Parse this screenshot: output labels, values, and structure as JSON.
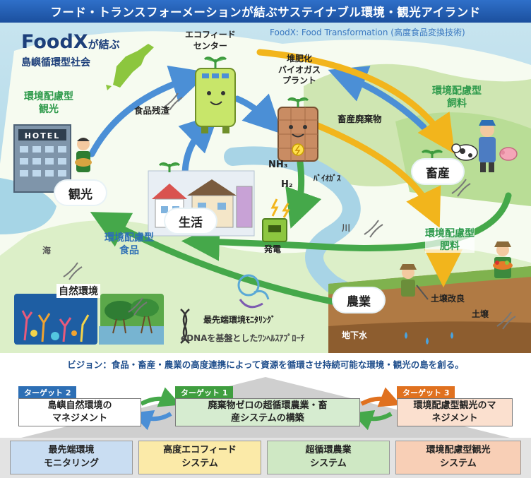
{
  "title": "フード・トランスフォーメーションが結ぶサステイナブル環境・観光アイランド",
  "subtitle": "FoodX: Food Transformation (高度食品変換技術)",
  "logo": {
    "main": "FoodX",
    "suffix": "が結ぶ",
    "line2": "島嶼循環型社会"
  },
  "labels": {
    "eco_feed_center": "エコフィードセンター",
    "eco_feed_center_l1": "エコフィード",
    "eco_feed_center_l2": "センター",
    "compost_plant_l1": "堆肥化",
    "compost_plant_l2": "バイオガス",
    "compost_plant_l3": "プラント",
    "food_residue": "食品残渣",
    "livestock_waste": "畜産廃棄物",
    "nh3": "NH₃",
    "h2": "H₂",
    "biogas": "ﾊﾞｲｵｶﾞｽ",
    "power": "発電",
    "river": "川",
    "sea": "海",
    "natural_env": "自然環境",
    "soil_improve": "土壌改良",
    "soil": "土壌",
    "groundwater": "地下水",
    "monitoring": "最先端環境ﾓﾆﾀﾘﾝｸﾞ",
    "edna": "eDNAを基盤としたﾜﾝﾍﾙｽｱﾌﾟﾛｰﾁ",
    "hotel": "HOTEL"
  },
  "green_labels": {
    "tourism_l1": "環境配慮型",
    "tourism_l2": "観光",
    "feed_l1": "環境配慮型",
    "feed_l2": "飼料",
    "fert_l1": "環境配慮型",
    "fert_l2": "肥料",
    "food_l1": "環境配慮型",
    "food_l2": "食品"
  },
  "bubbles": {
    "tourism": "観光",
    "life": "生活",
    "livestock": "畜産",
    "agriculture": "農業"
  },
  "vision": "ビジョン：食品・畜産・農業の高度連携によって資源を循環させ持続可能な環境・観光の島を創る。",
  "targets": [
    {
      "tag": "ターゲット 2",
      "text_l1": "島嶼自然環境の",
      "text_l2": "マネジメント",
      "color": "#2d6fb5"
    },
    {
      "tag": "ターゲット 1",
      "text_l1": "廃棄物ゼロの超循環農業・畜",
      "text_l2": "産システムの構築",
      "color": "#3f9e3f"
    },
    {
      "tag": "ターゲット 3",
      "text_l1": "環境配慮型観光のマ",
      "text_l2": "ネジメント",
      "color": "#e0711f"
    }
  ],
  "systems": [
    {
      "l1": "最先端環境",
      "l2": "モニタリング",
      "color": "#c9ddf2"
    },
    {
      "l1": "高度エコフィード",
      "l2": "システム",
      "color": "#fbeaa8"
    },
    {
      "l1": "超循環農業",
      "l2": "システム",
      "color": "#cfe8c4"
    },
    {
      "l1": "環境配慮型観光",
      "l2": "システム",
      "color": "#f8cfb6"
    }
  ],
  "colors": {
    "title_bg": "#1b4f9e",
    "arrow_blue": "#4b8fd6",
    "arrow_green": "#45a84a",
    "arrow_yellow": "#f2b51c",
    "label_green": "#2e9a4b",
    "vision_text": "#1f4e8c"
  }
}
